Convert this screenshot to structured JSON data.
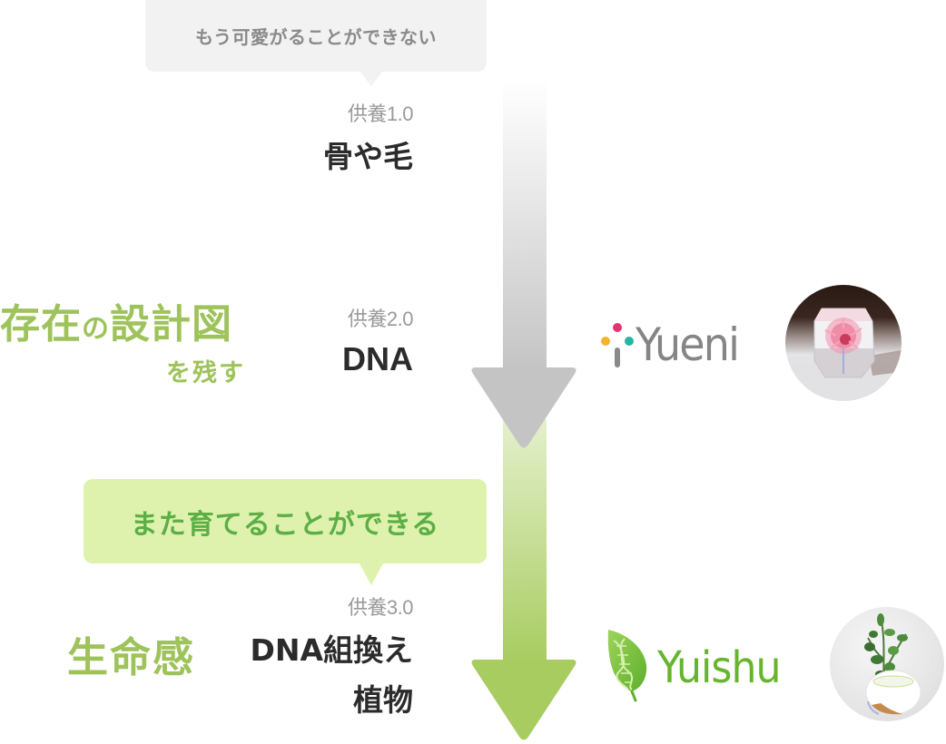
{
  "colors": {
    "gray_bubble_bg": "#f2f2f2",
    "gray_bubble_text": "#8a8a8a",
    "green_bubble_bg": "#def2ad",
    "green_bubble_text": "#5cae46",
    "caption_green": "#9dc35a",
    "stage_title": "#2b2b2b",
    "stage_version": "#9a9a9a",
    "arrow_gray": "#c4c4c4",
    "arrow_green": "#a8cc60",
    "yueni_text": "#858585",
    "yuishu_green": "#66b52d"
  },
  "bubbles": {
    "top": "もう可愛がることができない",
    "middle": "また育てることができる"
  },
  "stages": [
    {
      "version": "供養1.0",
      "title": "骨や毛"
    },
    {
      "version": "供養2.0",
      "title": "DNA"
    },
    {
      "version": "供養3.0",
      "title_line1": "DNA組換え",
      "title_line2": "植物"
    }
  ],
  "captions": {
    "blueprint_part1": "存在",
    "blueprint_particle": "の",
    "blueprint_part2": "設計図",
    "blueprint_sub": "を残す",
    "life": "生命感"
  },
  "arrows": [
    {
      "name": "gray-arrow",
      "from_stage": "供養1.0",
      "to_stage": "供養2.0",
      "color": "#c4c4c4"
    },
    {
      "name": "green-arrow",
      "from_stage": "供養2.0",
      "to_stage": "供養3.0",
      "color": "#a8cc60"
    }
  ],
  "brands": {
    "yueni": {
      "name": "Yueni",
      "icon": "three-dots-i-icon",
      "photo": "resin-flower-block-photo"
    },
    "yuishu": {
      "name": "Yuishu",
      "icon": "dna-leaf-icon",
      "photo": "potted-plant-photo"
    }
  }
}
